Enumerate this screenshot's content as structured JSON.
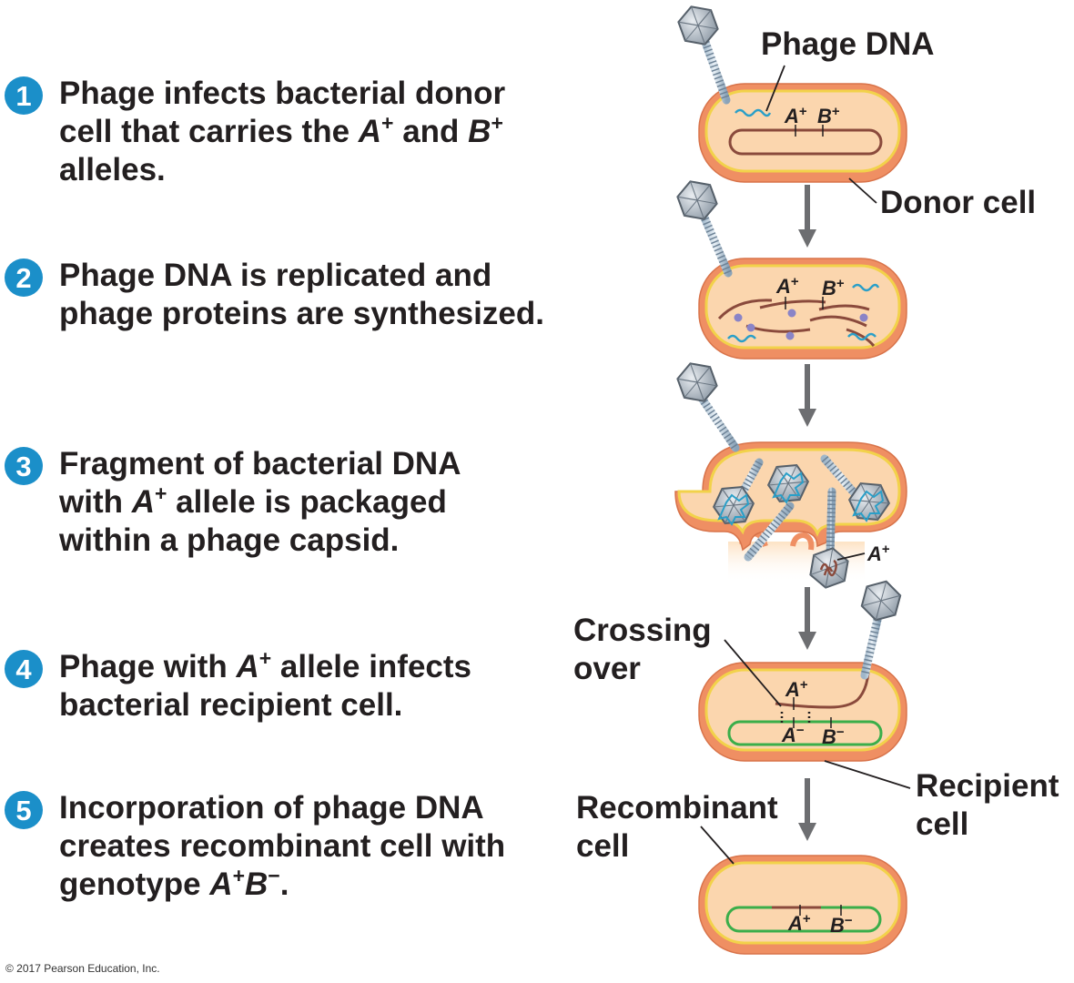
{
  "steps": [
    {
      "number": "1",
      "lines": [
        "Phage infects bacterial donor",
        "cell that carries the ",
        "A",
        "+",
        " and ",
        "B",
        "+",
        "alleles."
      ]
    },
    {
      "number": "2",
      "lines": [
        "Phage DNA is replicated and",
        "phage proteins are synthesized."
      ]
    },
    {
      "number": "3",
      "lines": [
        "Fragment of bacterial DNA",
        "with ",
        "A",
        "+",
        " allele is packaged",
        "within a phage capsid."
      ]
    },
    {
      "number": "4",
      "lines": [
        "Phage with ",
        "A",
        "+",
        " allele infects",
        "bacterial recipient cell."
      ]
    },
    {
      "number": "5",
      "lines": [
        "Incorporation of phage DNA",
        "creates recombinant cell with",
        "genotype ",
        "A",
        "+",
        "B",
        "−",
        "."
      ]
    }
  ],
  "labels": {
    "phage_dna": "Phage DNA",
    "donor_cell": "Donor cell",
    "crossing_over_1": "Crossing",
    "crossing_over_2": "over",
    "recipient_cell_1": "Recipient",
    "recipient_cell_2": "cell",
    "recombinant_cell_1": "Recombinant",
    "recombinant_cell_2": "cell"
  },
  "alleles": {
    "a_plus": "A",
    "b_plus": "B",
    "a_minus": "A",
    "b_minus": "B",
    "plus": "+",
    "minus": "−"
  },
  "copyright": "© 2017 Pearson Education, Inc.",
  "colors": {
    "step_circle": "#1b8fc9",
    "cell_wall": "#ef8f63",
    "cell_inner": "#fbd6ae",
    "membrane": "#f2d24a",
    "bacterial_dna": "#8a4a3c",
    "phage_dna": "#2a9fc8",
    "recipient_dna": "#3aae4a",
    "arrow": "#6d6e71"
  }
}
